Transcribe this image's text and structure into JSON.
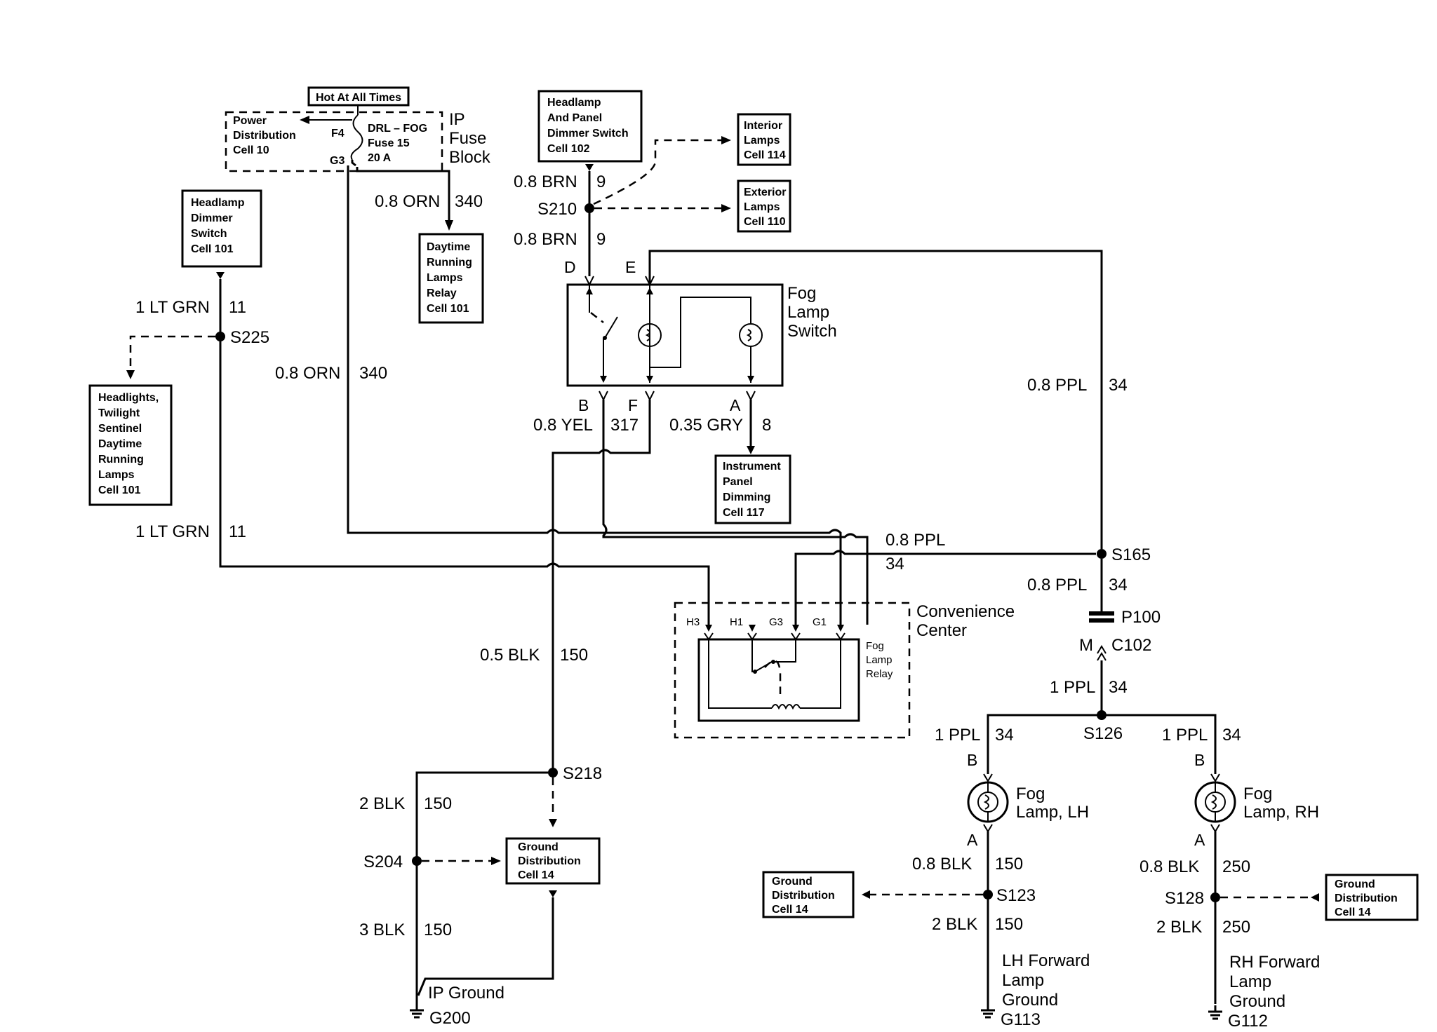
{
  "fuse_block": {
    "hot_label": "Hot At All Times",
    "power_dist": [
      "Power",
      "Distribution",
      "Cell 10"
    ],
    "f4": "F4",
    "g3": "G3",
    "fuse_text": [
      "DRL – FOG",
      "Fuse 15",
      "20 A"
    ],
    "block_name": [
      "IP",
      "Fuse",
      "Block"
    ]
  },
  "boxes": {
    "dimmer_switch": [
      "Headlamp",
      "Dimmer",
      "Switch",
      "Cell 101"
    ],
    "drl_relay": [
      "Daytime",
      "Running",
      "Lamps",
      "Relay",
      "Cell 101"
    ],
    "headlamp_panel_dimmer": [
      "Headlamp",
      "And Panel",
      "Dimmer Switch",
      "Cell 102"
    ],
    "interior_lamps": [
      "Interior",
      "Lamps",
      "Cell 114"
    ],
    "exterior_lamps": [
      "Exterior",
      "Lamps",
      "Cell 110"
    ],
    "headlights": [
      "Headlights,",
      "Twilight",
      "Sentinel",
      "Daytime",
      "Running",
      "Lamps",
      "Cell 101"
    ],
    "ip_dimming": [
      "Instrument",
      "Panel",
      "Dimming",
      "Cell 117"
    ],
    "ground_dist_center": [
      "Ground",
      "Distribution",
      "Cell 14"
    ],
    "ground_dist_left": [
      "Ground",
      "Distribution",
      "Cell 14"
    ],
    "ground_dist_right": [
      "Ground",
      "Distribution",
      "Cell 14"
    ]
  },
  "fog_switch": {
    "name": [
      "Fog",
      "Lamp",
      "Switch"
    ],
    "pins": {
      "d": "D",
      "e": "E",
      "b": "B",
      "f": "F",
      "a": "A"
    }
  },
  "convenience_center": {
    "name": [
      "Convenience",
      "Center"
    ],
    "relay_name": [
      "Fog",
      "Lamp",
      "Relay"
    ],
    "pins": {
      "h3": "H3",
      "h1": "H1",
      "g3": "G3",
      "g1": "G1"
    }
  },
  "wires": {
    "brn_upper": "0.8 BRN",
    "brn_upper_c": "9",
    "brn_lower": "0.8 BRN",
    "brn_lower_c": "9",
    "orn_top": "0.8 ORN",
    "orn_top_c": "340",
    "orn_mid": "0.8 ORN",
    "orn_mid_c": "340",
    "grn_top": "1 LT GRN",
    "grn_top_c": "11",
    "grn_mid": "1 LT GRN",
    "grn_mid_c": "11",
    "yel": "0.8 YEL",
    "yel_c": "317",
    "gry": "0.35 GRY",
    "gry_c": "8",
    "ppl_right": "0.8 PPL",
    "ppl_right_c": "34",
    "ppl_horiz": "0.8 PPL",
    "ppl_horiz_c": "34",
    "ppl_s165": "0.8 PPL",
    "ppl_s165_c": "34",
    "ppl_c102": "1 PPL",
    "ppl_c102_c": "34",
    "ppl_lh": "1 PPL",
    "ppl_lh_c": "34",
    "ppl_rh": "1 PPL",
    "ppl_rh_c": "34",
    "blk_05": "0.5 BLK",
    "blk_05_c": "150",
    "blk_2": "2 BLK",
    "blk_2_c": "150",
    "blk_3": "3 BLK",
    "blk_3_c": "150",
    "blk_lh_08": "0.8 BLK",
    "blk_lh_08_c": "150",
    "blk_lh_2": "2 BLK",
    "blk_lh_2_c": "150",
    "blk_rh_08": "0.8 BLK",
    "blk_rh_08_c": "250",
    "blk_rh_2": "2 BLK",
    "blk_rh_2_c": "250"
  },
  "splices": {
    "s210": "S210",
    "s225": "S225",
    "s165": "S165",
    "p100": "P100",
    "m": "M",
    "c102": "C102",
    "s126": "S126",
    "s218": "S218",
    "s204": "S204",
    "s123": "S123",
    "s128": "S128"
  },
  "lamps": {
    "lh": [
      "Fog",
      "Lamp, LH"
    ],
    "rh": [
      "Fog",
      "Lamp, RH"
    ],
    "lh_b": "B",
    "lh_a": "A",
    "rh_b": "B",
    "rh_a": "A"
  },
  "grounds": {
    "ip": [
      "IP Ground",
      "G200"
    ],
    "lh": [
      "LH Forward",
      "Lamp",
      "Ground",
      "G113"
    ],
    "rh": [
      "RH Forward",
      "Lamp",
      "Ground",
      "G112"
    ]
  }
}
